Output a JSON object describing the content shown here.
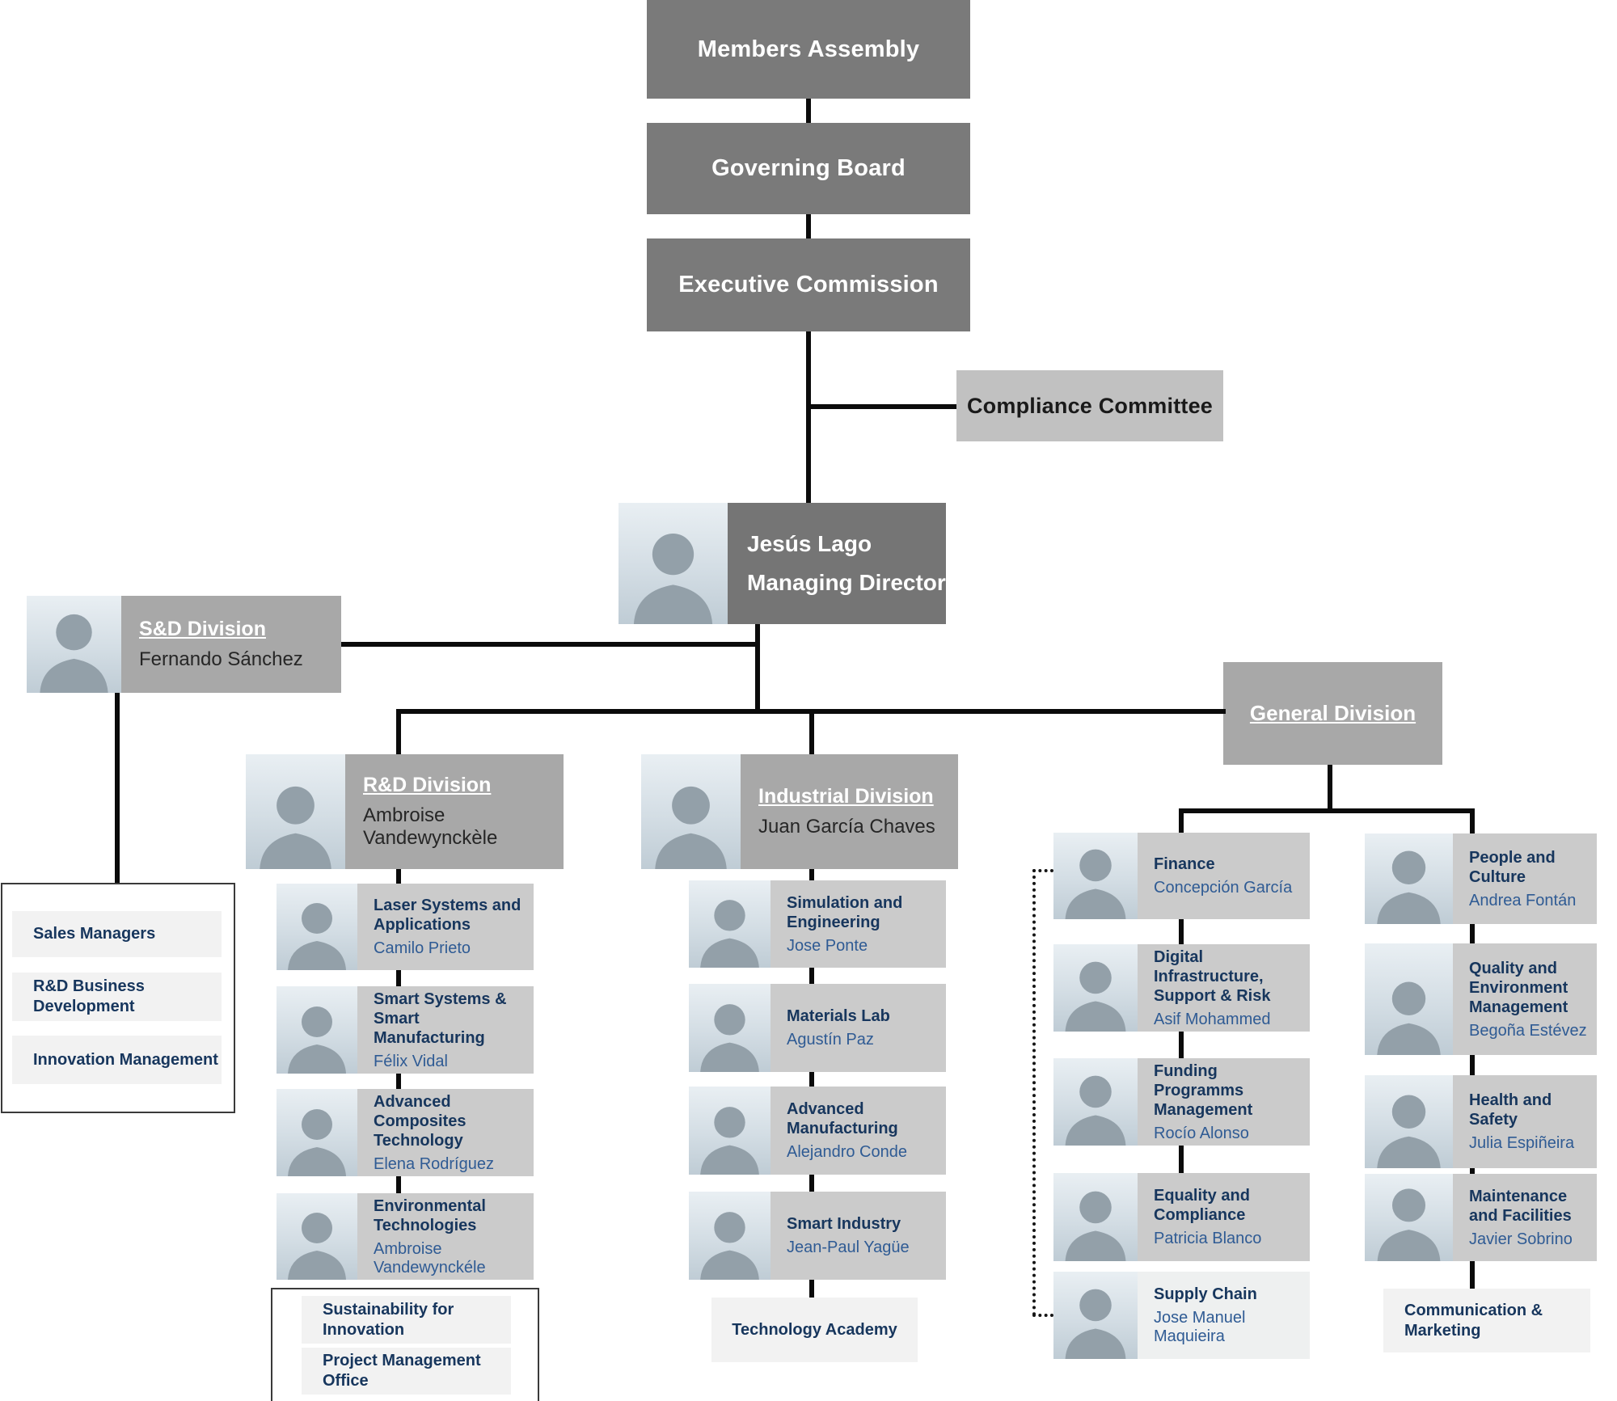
{
  "top": [
    "Members Assembly",
    "Governing Board",
    "Executive Commission"
  ],
  "compliance": "Compliance Committee",
  "md": {
    "name": "Jesús Lago",
    "title": "Managing Director"
  },
  "sd": {
    "title": "S&D Division",
    "lead": "Fernando Sánchez",
    "units": [
      "Sales Managers",
      "R&D Business Development",
      "Innovation Management"
    ]
  },
  "rd": {
    "title": "R&D Division",
    "lead": "Ambroise Vandewynckèle",
    "units": [
      {
        "title": "Laser Systems and Applications",
        "name": "Camilo Prieto"
      },
      {
        "title": "Smart Systems & Smart Manufacturing",
        "name": "Félix Vidal"
      },
      {
        "title": "Advanced Composites Technology",
        "name": "Elena Rodríguez"
      },
      {
        "title": "Environmental Technologies",
        "name": "Ambroise Vandewynckéle"
      }
    ],
    "support": [
      "Sustainability for Innovation",
      "Project Management Office"
    ]
  },
  "ind": {
    "title": "Industrial Division",
    "lead": "Juan García Chaves",
    "units": [
      {
        "title": "Simulation and Engineering",
        "name": "Jose Ponte"
      },
      {
        "title": "Materials Lab",
        "name": "Agustín Paz"
      },
      {
        "title": "Advanced Manufacturing",
        "name": "Alejandro Conde"
      },
      {
        "title": "Smart Industry",
        "name": "Jean-Paul Yagüe"
      }
    ],
    "academy": "Technology Academy"
  },
  "general": {
    "title": "General Division",
    "left": [
      {
        "title": "Finance",
        "name": "Concepción García"
      },
      {
        "title": "Digital Infrastructure, Support & Risk",
        "name": "Asif Mohammed"
      },
      {
        "title": "Funding Programms Management",
        "name": "Rocío Alonso"
      },
      {
        "title": "Equality and Compliance",
        "name": "Patricia Blanco"
      },
      {
        "title": "Supply Chain",
        "name": "Jose Manuel Maquieira"
      }
    ],
    "right": [
      {
        "title": "People and Culture",
        "name": "Andrea Fontán"
      },
      {
        "title": "Quality and Environment Management",
        "name": "Begoña Estévez"
      },
      {
        "title": "Health and Safety",
        "name": "Julia Espiñeira"
      },
      {
        "title": "Maintenance and Facilities",
        "name": "Javier Sobrino"
      }
    ],
    "communication": "Communication & Marketing"
  },
  "colors": {
    "governance_box": "#7a7a7a",
    "compliance_box": "#c1c1c1",
    "division_box": "#a8a8a8",
    "unit_box": "#cbcbcb",
    "light_box": "#f2f2f2",
    "title_navy": "#17365d",
    "name_blue": "#2f5b94",
    "connector": "#0b0b0b"
  }
}
